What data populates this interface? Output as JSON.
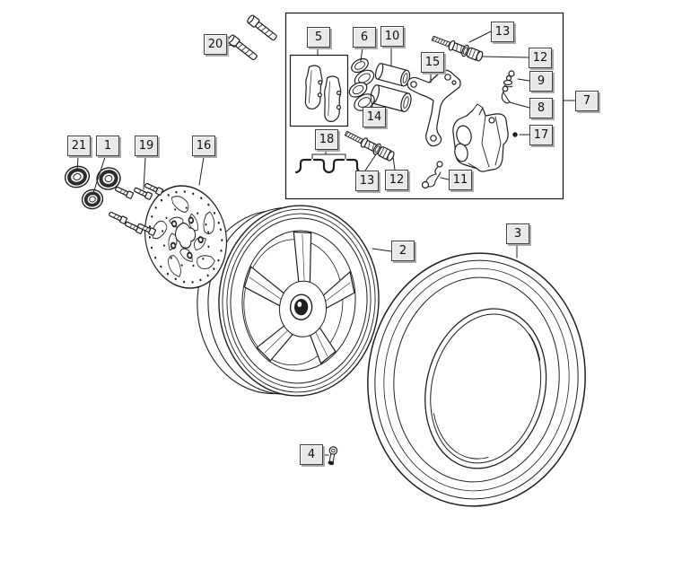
{
  "diagram": {
    "type": "exploded-parts-diagram",
    "subject": "front-wheel-and-brake-assembly",
    "colors": {
      "background": "#ffffff",
      "line": "#1f1f1f",
      "label_fill": "#e9e9e9",
      "label_border": "#404040",
      "label_shadow": "#ababab",
      "label_text": "#111111"
    }
  },
  "callouts": [
    {
      "num": "20",
      "part": "axle-pinch-bolts"
    },
    {
      "num": "5",
      "part": "brake-pad-set"
    },
    {
      "num": "6",
      "part": "piston-seal-set"
    },
    {
      "num": "10",
      "part": "caliper-pistons"
    },
    {
      "num": "13",
      "part": "bleed-screw"
    },
    {
      "num": "12",
      "part": "bleed-screw-cap"
    },
    {
      "num": "15",
      "part": "caliper-support-bracket"
    },
    {
      "num": "9",
      "part": "spring-washer"
    },
    {
      "num": "8",
      "part": "retaining-clip"
    },
    {
      "num": "7",
      "part": "brake-caliper-assembly"
    },
    {
      "num": "17",
      "part": "caliper-pin"
    },
    {
      "num": "14",
      "part": "dust-seal-set"
    },
    {
      "num": "18",
      "part": "pad-retaining-clips"
    },
    {
      "num": "13",
      "part": "bleed-screw"
    },
    {
      "num": "12",
      "part": "bleed-screw-cap"
    },
    {
      "num": "11",
      "part": "pad-spring"
    },
    {
      "num": "21",
      "part": "hub-seal"
    },
    {
      "num": "1",
      "part": "wheel-bearings"
    },
    {
      "num": "19",
      "part": "disc-bolts"
    },
    {
      "num": "16",
      "part": "brake-disc"
    },
    {
      "num": "2",
      "part": "front-wheel-rim"
    },
    {
      "num": "3",
      "part": "tyre"
    },
    {
      "num": "4",
      "part": "tyre-valve"
    }
  ]
}
